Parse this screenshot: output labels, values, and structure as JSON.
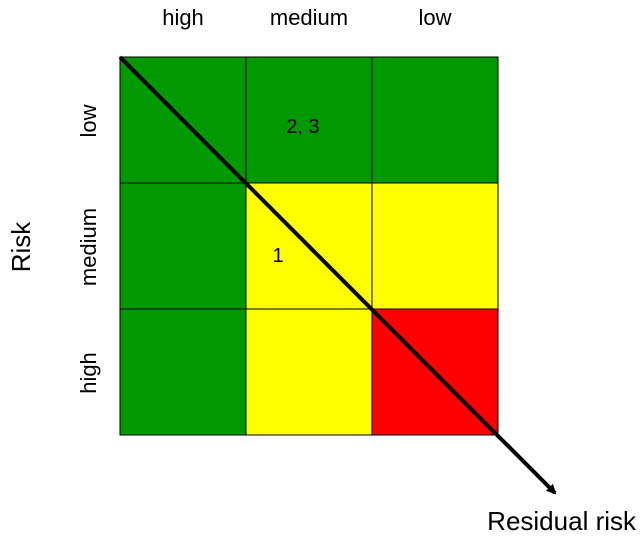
{
  "columns": {
    "labels": [
      "high",
      "medium",
      "low"
    ]
  },
  "rows": {
    "labels": [
      "low",
      "medium",
      "high"
    ]
  },
  "axes": {
    "y_title": "Risk",
    "x_title": "Residual risk"
  },
  "colors": {
    "green": "#009900",
    "yellow": "#ffff00",
    "red": "#ff0000",
    "line": "#000000"
  },
  "cells": [
    [
      "green",
      "green",
      "green"
    ],
    [
      "green",
      "yellow",
      "yellow"
    ],
    [
      "green",
      "yellow",
      "red"
    ]
  ],
  "annotations": [
    {
      "row": 0,
      "col": 1,
      "text": "2, 3"
    },
    {
      "row": 1,
      "col": 1,
      "text": "1"
    }
  ]
}
